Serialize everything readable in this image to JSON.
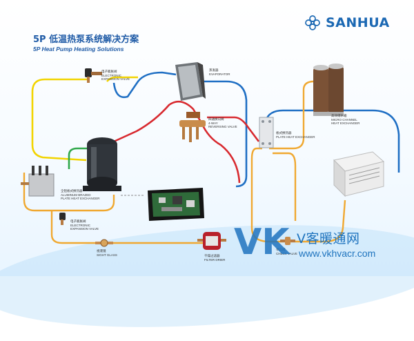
{
  "brand": {
    "name": "SANHUA"
  },
  "title": {
    "cn": "5P 低温热泵系统解决方案",
    "en": "5P Heat Pump Heating Solutions"
  },
  "components": {
    "evi_valve": {
      "cn": "电子膨胀阀",
      "en": "ELECTRONIC\nEXPANSION VALVE"
    },
    "evaporator": {
      "cn": "蒸发器",
      "en": "EVAPORATOR"
    },
    "four_way_valve": {
      "cn": "四通换向阀",
      "en": "4-WAY\nREVERSING VALVE"
    },
    "plate_hx": {
      "cn": "板式换热器",
      "en": "PLATE HEAT EXCHANGER"
    },
    "water_tank": {
      "cn": "高效储水箱",
      "en": "MICRO CHANNEL\nHEAT EXCHANGER"
    },
    "brazed_plate_hx": {
      "cn": "全铝板式换热器",
      "en": "ALUMINUM BRAZED\nPLATE HEAT EXCHANGER"
    },
    "exp_valve": {
      "cn": "电子膨胀阀",
      "en": "ELECTRONIC\nEXPANSION VALVE"
    },
    "sight_glass": {
      "cn": "视液镜",
      "en": "SIGHT GLASS"
    },
    "filter_drier": {
      "cn": "干燥过滤器",
      "en": "FILTER DRIER"
    },
    "check_valve": {
      "cn": "单向阀",
      "en": "CHECK VALVE"
    }
  },
  "watermark": {
    "letters": "VK",
    "cn": "V客暖通网",
    "url": "www.vkhvacr.com"
  },
  "colors": {
    "brand": "#1b68b3",
    "yellow": "#f2d400",
    "orange": "#f0a830",
    "red": "#d8292f",
    "blue": "#1f6fc4",
    "green": "#2fa84a"
  }
}
